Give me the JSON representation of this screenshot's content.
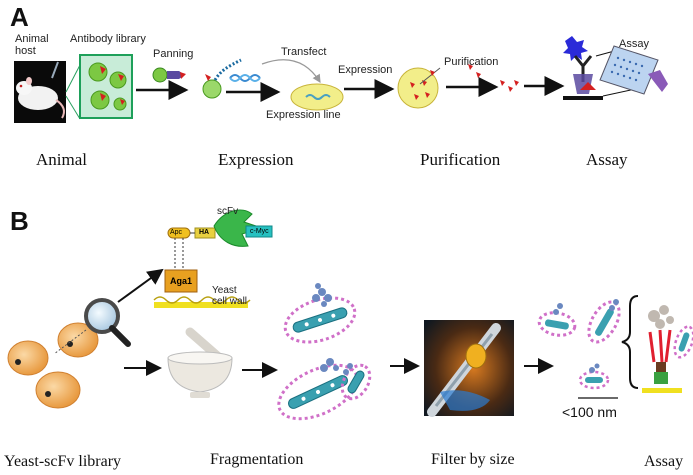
{
  "panel_a": {
    "letter": "A",
    "labels": {
      "animal_host": "Animal\nhost",
      "antibody_library": "Antibody library",
      "panning": "Panning",
      "transfect": "Transfect",
      "expression": "Expression",
      "expression_line": "Expression line",
      "purification": "Purification",
      "assay": "Assay"
    },
    "stages": [
      "Animal",
      "Expression",
      "Purification",
      "Assay"
    ]
  },
  "panel_b": {
    "letter": "B",
    "labels": {
      "scfv": "scFv",
      "apc": "Apc",
      "ha": "HA",
      "cmyc": "c-Myc",
      "aga1": "Aga1",
      "yeast_cell_wall": "Yeast\ncell wall",
      "scale": "<100 nm"
    },
    "stages": [
      "Yeast-scFv library",
      "Fragmentation",
      "Filter by size",
      "Assay"
    ]
  },
  "colors": {
    "cell_green": "#7cc843",
    "library_box": "#c8ecd8",
    "expression_cell": "#f2ee8a",
    "red_antibody": "#d42020",
    "yeast_orange": "#f2b66a",
    "membrane_teal": "#3aa0b0",
    "pink_fragment": "#d070c8",
    "platform_yellow": "#f0e020"
  }
}
